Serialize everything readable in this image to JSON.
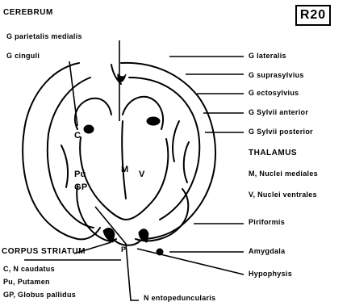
{
  "plate_id": "R20",
  "sections": {
    "cerebrum": "CEREBRUM",
    "thalamus": "THALAMUS",
    "corpus_striatum": "CORPUS STRIATUM"
  },
  "labels": {
    "g_parietalis_medialis": "G parietalis medialis",
    "g_cinguli": "G cinguli",
    "g_lateralis": "G lateralis",
    "g_suprasylvius": "G suprasylvius",
    "g_ectosylvius": "G ectosylvius",
    "g_sylvii_anterior": "G Sylvii anterior",
    "g_sylvii_posterior": "G Sylvii posterior",
    "nuclei_mediales": "M, Nuclei mediales",
    "nuclei_ventrales": "V, Nuclei ventrales",
    "piriformis": "Piriformis",
    "amygdala": "Amygdala",
    "hypophysis": "Hypophysis",
    "n_entopeduncularis": "N entopeduncularis",
    "n_caudatus": "C, N caudatus",
    "putamen": "Pu, Putamen",
    "globus_pallidus": "GP, Globus pallidus"
  },
  "in_figure": {
    "c": "C",
    "m": "M",
    "v": "V",
    "pu": "Pu",
    "gp": "GP",
    "p": "P"
  }
}
